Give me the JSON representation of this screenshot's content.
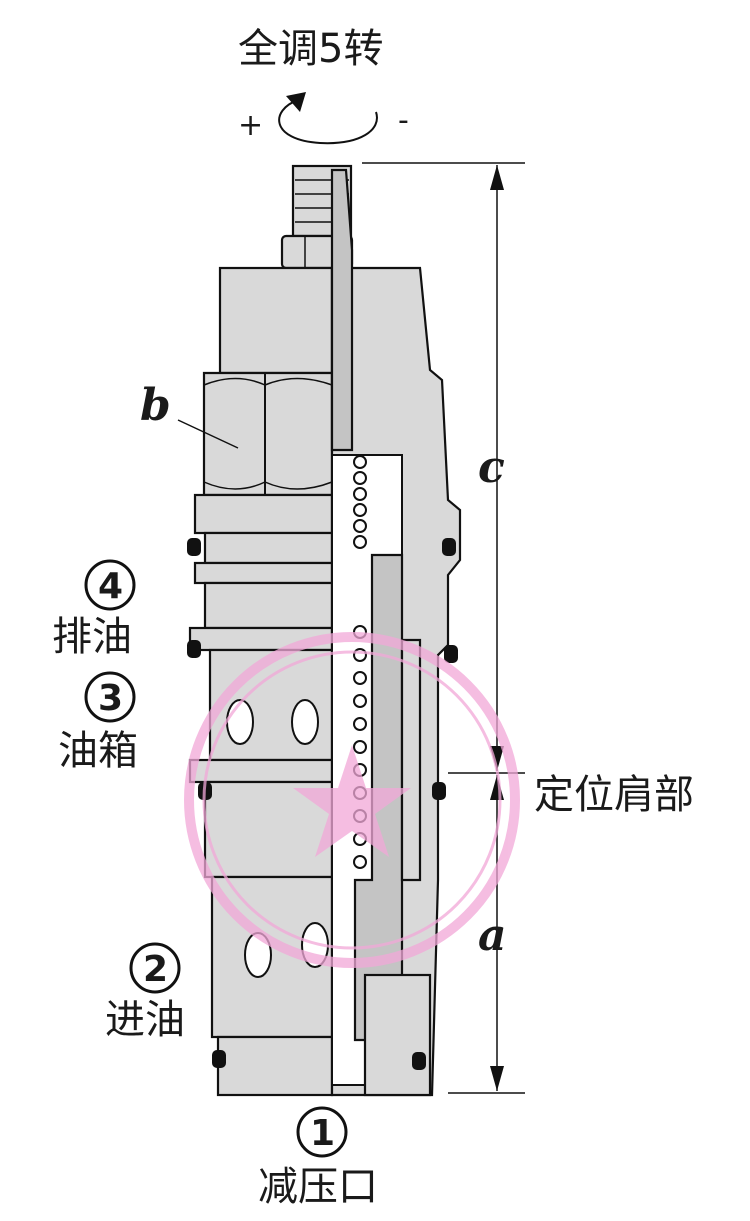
{
  "adjust": {
    "label": "全调5转",
    "plus": "+",
    "minus": "-"
  },
  "labels": {
    "b": "b",
    "c": "c",
    "a": "a",
    "shoulder": "定位肩部"
  },
  "ports": [
    {
      "num": "4",
      "name": "排油"
    },
    {
      "num": "3",
      "name": "油箱"
    },
    {
      "num": "2",
      "name": "进油"
    },
    {
      "num": "1",
      "name": "减压口"
    }
  ],
  "colors": {
    "metal": "#d9d9d9",
    "stamp": "#f2a8d8",
    "outline": "#111111"
  }
}
